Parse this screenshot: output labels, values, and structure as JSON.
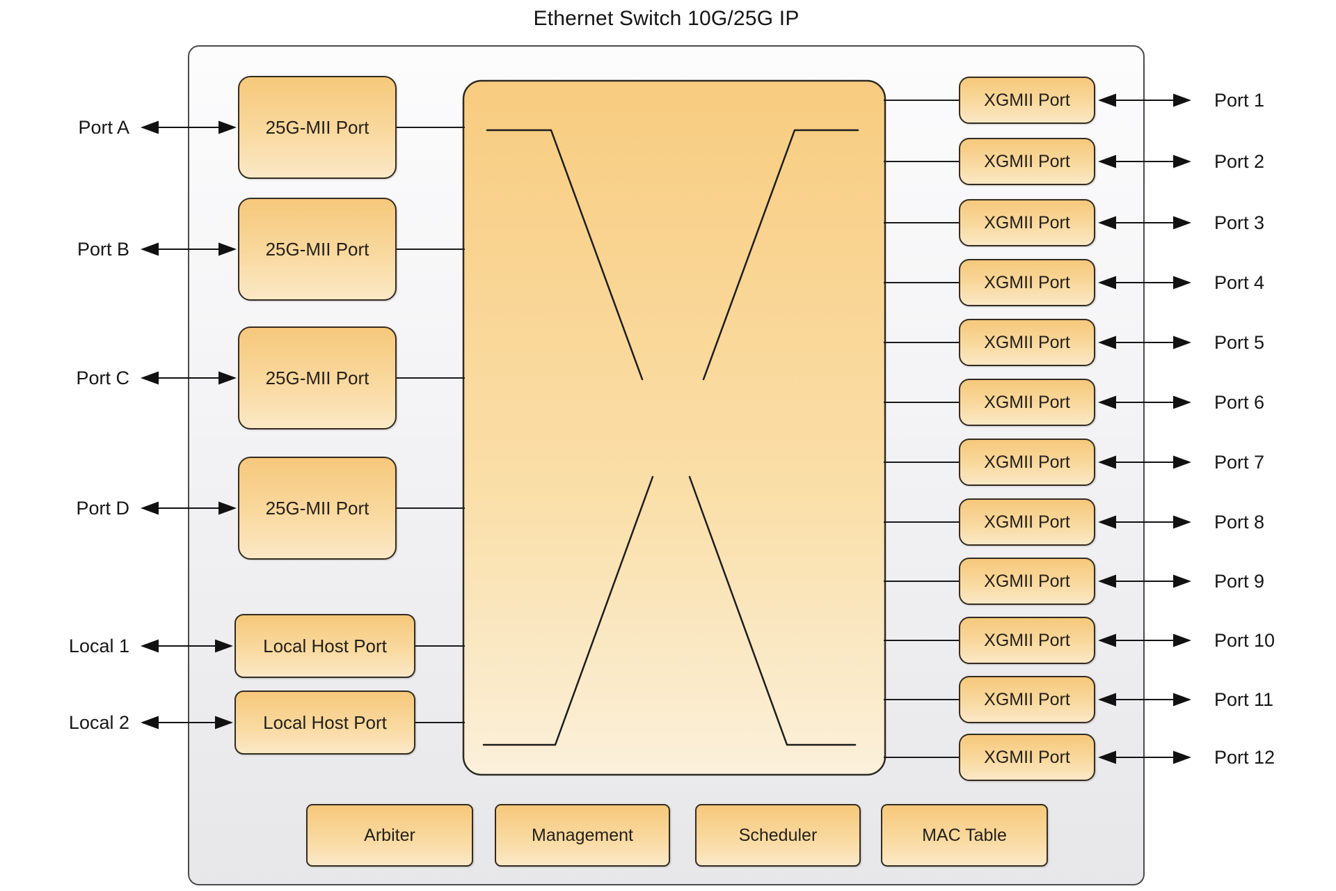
{
  "diagram": {
    "title": "Ethernet Switch 10G/25G IP",
    "left_ports": [
      {
        "label": "Port A",
        "box": "25G-MII Port"
      },
      {
        "label": "Port B",
        "box": "25G-MII Port"
      },
      {
        "label": "Port C",
        "box": "25G-MII Port"
      },
      {
        "label": "Port D",
        "box": "25G-MII Port"
      }
    ],
    "local_ports": [
      {
        "label": "Local 1",
        "box": "Local Host Port"
      },
      {
        "label": "Local 2",
        "box": "Local Host Port"
      }
    ],
    "right_ports": [
      {
        "label": "Port 1",
        "box": "XGMII Port"
      },
      {
        "label": "Port 2",
        "box": "XGMII Port"
      },
      {
        "label": "Port 3",
        "box": "XGMII Port"
      },
      {
        "label": "Port 4",
        "box": "XGMII Port"
      },
      {
        "label": "Port 5",
        "box": "XGMII Port"
      },
      {
        "label": "Port 6",
        "box": "XGMII Port"
      },
      {
        "label": "Port 7",
        "box": "XGMII Port"
      },
      {
        "label": "Port 8",
        "box": "XGMII Port"
      },
      {
        "label": "Port 9",
        "box": "XGMII Port"
      },
      {
        "label": "Port 10",
        "box": "XGMII Port"
      },
      {
        "label": "Port 11",
        "box": "XGMII Port"
      },
      {
        "label": "Port 12",
        "box": "XGMII Port"
      }
    ],
    "bottom_blocks": [
      {
        "label": "Arbiter"
      },
      {
        "label": "Management"
      },
      {
        "label": "Scheduler"
      },
      {
        "label": "MAC Table"
      }
    ],
    "colors": {
      "box_gradient_top": "#f6c87b",
      "box_gradient_bottom": "#fbe8c6",
      "fabric_gradient_top": "#f8cc80",
      "fabric_gradient_bottom": "#fbf0da",
      "boundary_fill_top": "#fcfcfd",
      "boundary_fill_bottom": "#e7e7e9",
      "line_color": "#1a1a1a",
      "text_color": "#1b1b1b"
    }
  }
}
